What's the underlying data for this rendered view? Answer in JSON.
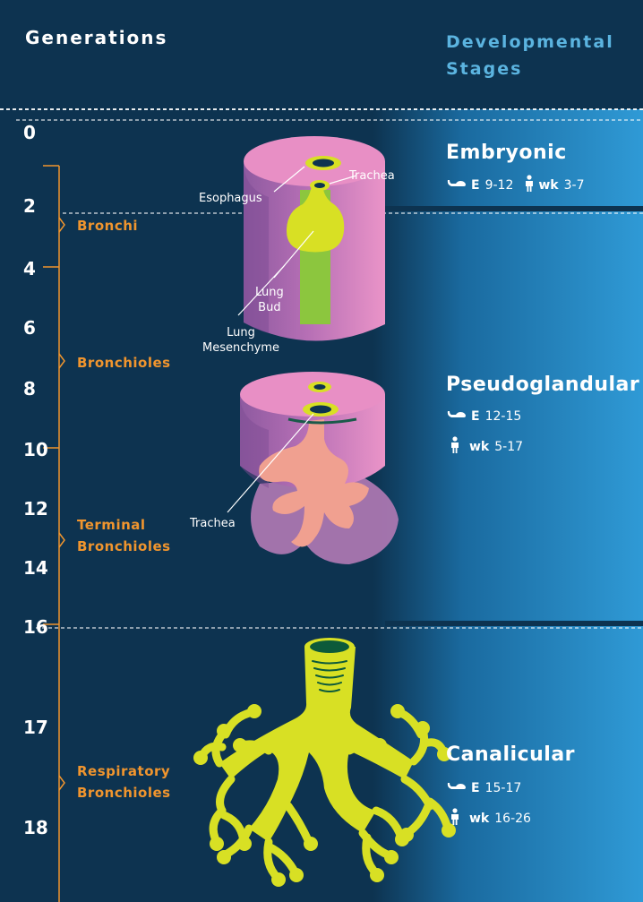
{
  "header": {
    "left": "Generations",
    "right_line1": "Developmental",
    "right_line2": "Stages"
  },
  "generations": [
    "0",
    "2",
    "4",
    "6",
    "8",
    "10",
    "12",
    "14",
    "16",
    "17",
    "18"
  ],
  "airways": {
    "bronchi": "Bronchi",
    "bronchioles": "Bronchioles",
    "terminal_line1": "Terminal",
    "terminal_line2": "Bronchioles",
    "respiratory_line1": "Respiratory",
    "respiratory_line2": "Bronchioles"
  },
  "labels": {
    "esophagus": "Esophagus",
    "trachea_top": "Trachea",
    "lung_bud_line1": "Lung",
    "lung_bud_line2": "Bud",
    "mesenchyme_line1": "Lung",
    "mesenchyme_line2": "Mesenchyme",
    "trachea_mid": "Trachea"
  },
  "stages": [
    {
      "name": "Embryonic",
      "mouse_prefix": "E",
      "mouse_range": "9-12",
      "human_prefix": "wk",
      "human_range": "3-7"
    },
    {
      "name": "Pseudoglandular",
      "mouse_prefix": "E",
      "mouse_range": "12-15",
      "human_prefix": "wk",
      "human_range": "5-17"
    },
    {
      "name": "Canalicular",
      "mouse_prefix": "E",
      "mouse_range": "15-17",
      "human_prefix": "wk",
      "human_range": "16-26"
    }
  ],
  "icons": {
    "mouse": "mouse-icon",
    "human": "human-icon"
  },
  "colors": {
    "background_dark": "#0d3350",
    "background_light": "#2f9ad6",
    "header_text_accent": "#5bb4e0",
    "airway_label": "#f0952e",
    "tissue_pink": "#e58fc7",
    "tissue_purple": "#9a5ca6",
    "epithelium_yellow": "#d8e024",
    "lung_bud_green": "#8cc63e",
    "branching_peach": "#f0a090"
  }
}
